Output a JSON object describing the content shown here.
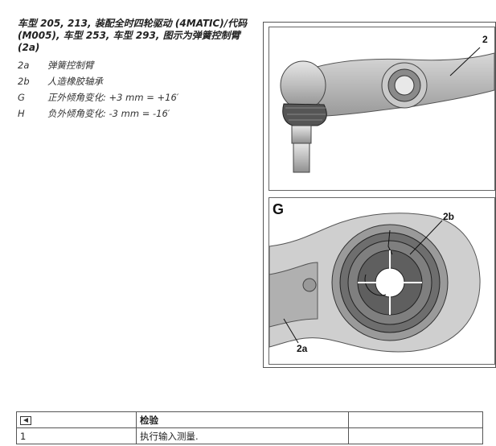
{
  "caption": {
    "title": "车型 205, 213, 装配全时四轮驱动 (4MATIC)/代码 (M005), 车型 253, 车型 293, 图示为弹簧控制臂 (2a)",
    "legend": [
      {
        "key": "2a",
        "text": "弹簧控制臂"
      },
      {
        "key": "2b",
        "text": "人造橡胶轴承"
      },
      {
        "key": "G",
        "text": "正外倾角变化: +3 mm = +16′"
      },
      {
        "key": "H",
        "text": "负外倾角变化: -3 mm = -16′"
      }
    ]
  },
  "figure": {
    "top_callout": "2",
    "bottom_panel_letter": "G",
    "callout_2b": "2b",
    "callout_2a": "2a"
  },
  "table": {
    "header": {
      "icon": "flag-left-icon",
      "col2": "检验",
      "col3": ""
    },
    "rows": [
      {
        "step": "1",
        "action": "执行输入测量.",
        "note": ""
      }
    ]
  }
}
